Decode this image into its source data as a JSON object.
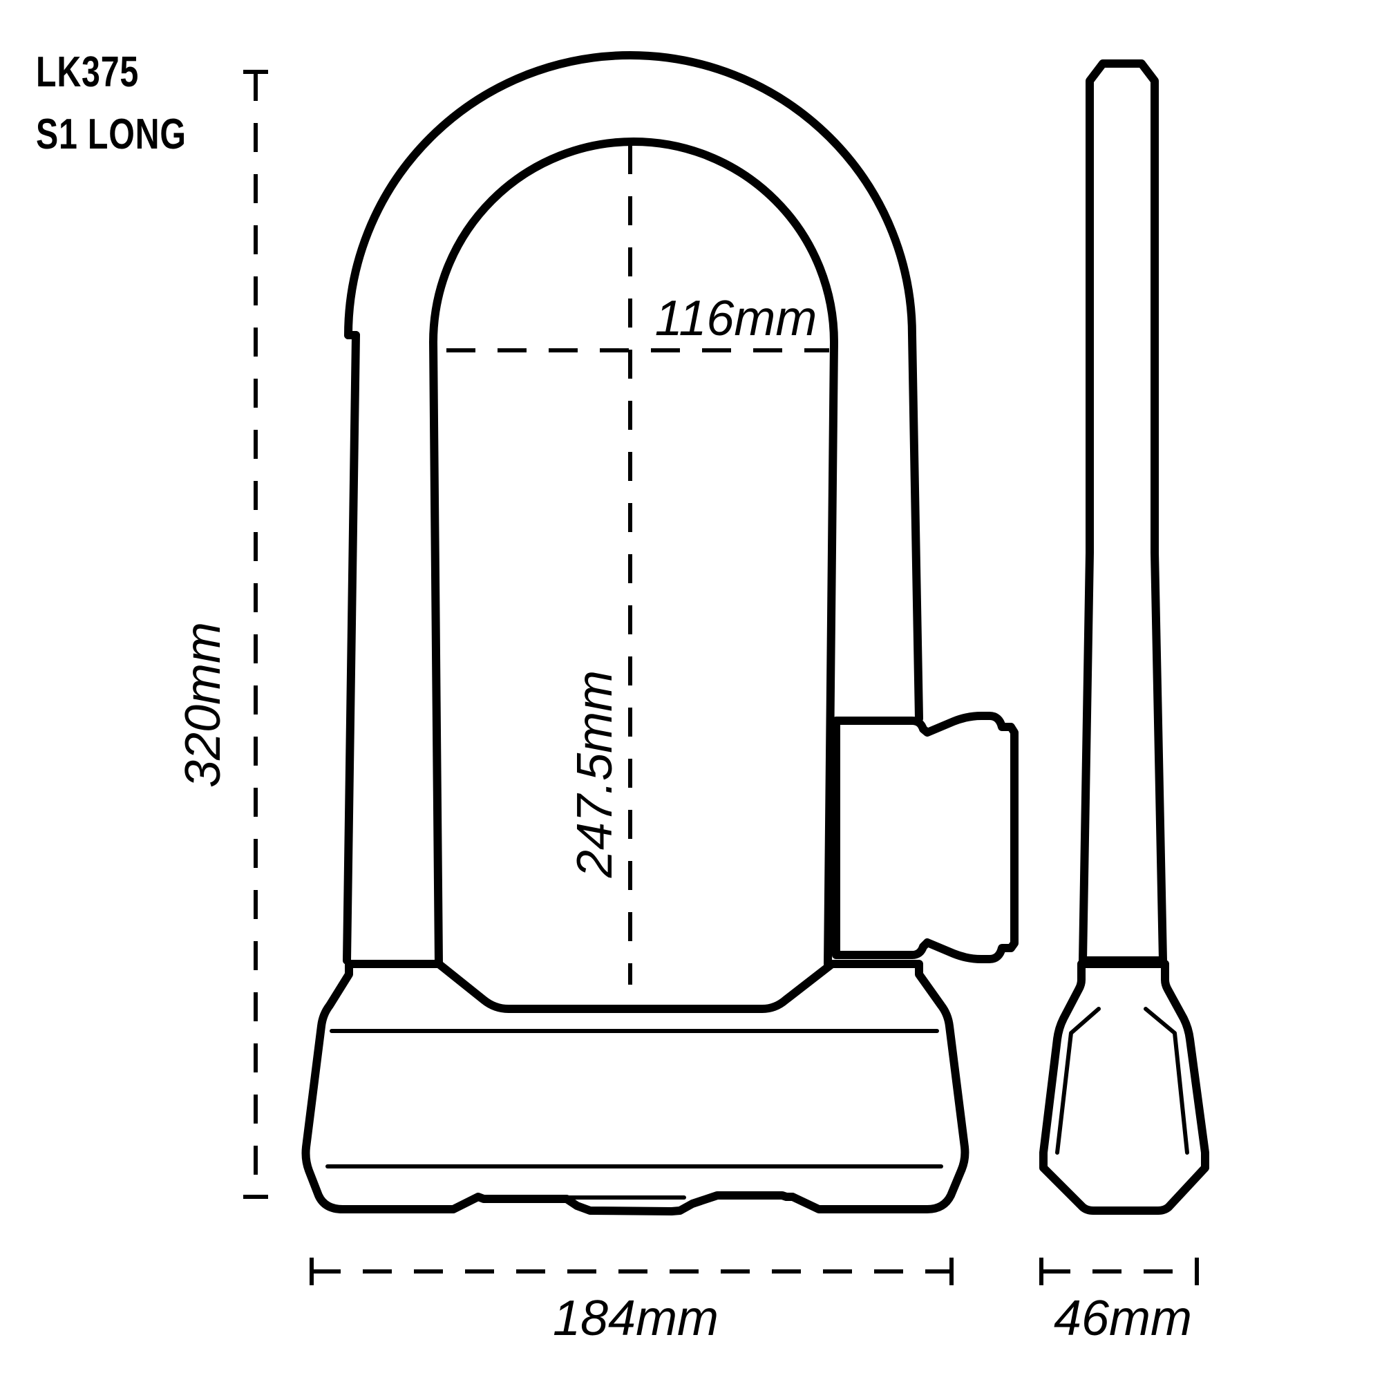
{
  "product": {
    "model": "LK375",
    "variant": "S1 LONG"
  },
  "dimensions": {
    "overall_height": "320mm",
    "inner_width": "116mm",
    "inner_height": "247.5mm",
    "overall_width": "184mm",
    "depth": "46mm"
  },
  "colors": {
    "line": "#000000",
    "background": "#ffffff"
  }
}
